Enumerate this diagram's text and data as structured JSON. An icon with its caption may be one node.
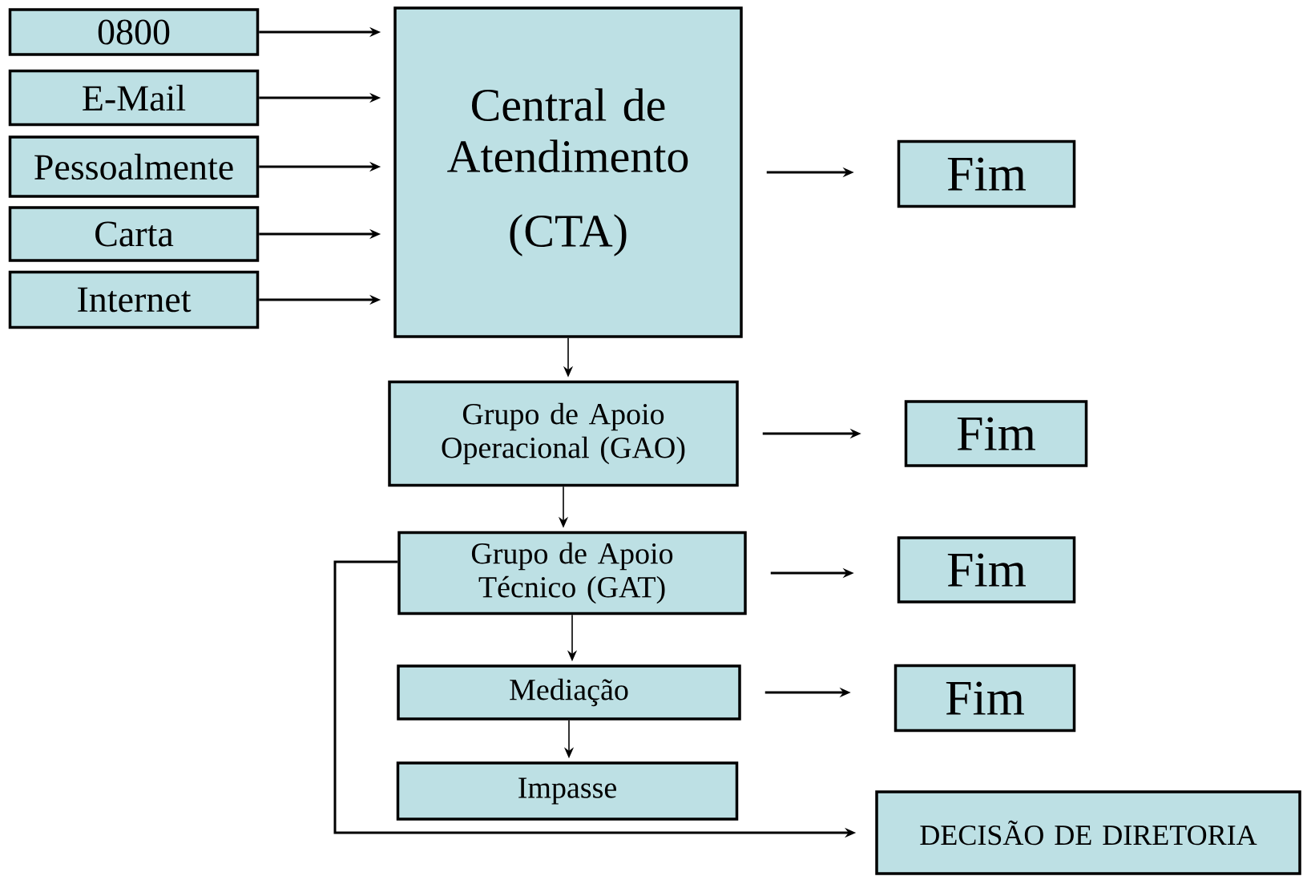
{
  "diagram": {
    "nodes": [
      {
        "text": [
          "0800"
        ]
      },
      {
        "text": [
          "E-Mail"
        ]
      },
      {
        "text": [
          "Pessoalmente"
        ]
      },
      {
        "text": [
          "Carta"
        ]
      },
      {
        "text": [
          "Internet"
        ]
      },
      {
        "text": [
          "Central de Atendimento",
          "(CTA)"
        ]
      },
      {
        "text": [
          "Fim"
        ]
      },
      {
        "text": [
          "Grupo de Apoio Operacional (GAO)"
        ]
      },
      {
        "text": [
          "Fim"
        ]
      },
      {
        "text": [
          "Grupo de Apoio Técnico (GAT)"
        ]
      },
      {
        "text": [
          "Fim"
        ]
      },
      {
        "text": [
          "Mediação"
        ]
      },
      {
        "text": [
          "Fim"
        ]
      },
      {
        "text": [
          "Impasse"
        ]
      },
      {
        "text": [
          "DECISÃO DE DIRETORIA"
        ]
      }
    ],
    "edges": [
      {
        "from": 0,
        "to": 5,
        "arrow": "to"
      },
      {
        "from": 1,
        "to": 5,
        "arrow": "to"
      },
      {
        "from": 2,
        "to": 5,
        "arrow": "to"
      },
      {
        "from": 3,
        "to": 5,
        "arrow": "to"
      },
      {
        "from": 4,
        "to": 5,
        "arrow": "to"
      },
      {
        "from": 5,
        "to": 6,
        "arrow": "to"
      },
      {
        "from": 5,
        "to": 7,
        "arrow": "to"
      },
      {
        "from": 7,
        "to": 8,
        "arrow": "to"
      },
      {
        "from": 7,
        "to": 9,
        "arrow": "to"
      },
      {
        "from": 9,
        "to": 10,
        "arrow": "to"
      },
      {
        "from": 9,
        "to": 11,
        "arrow": "to"
      },
      {
        "from": 11,
        "to": 12,
        "arrow": "to"
      },
      {
        "from": 11,
        "to": 13,
        "arrow": "to"
      },
      {
        "from": 9,
        "to": 14,
        "arrow": "to"
      }
    ]
  }
}
